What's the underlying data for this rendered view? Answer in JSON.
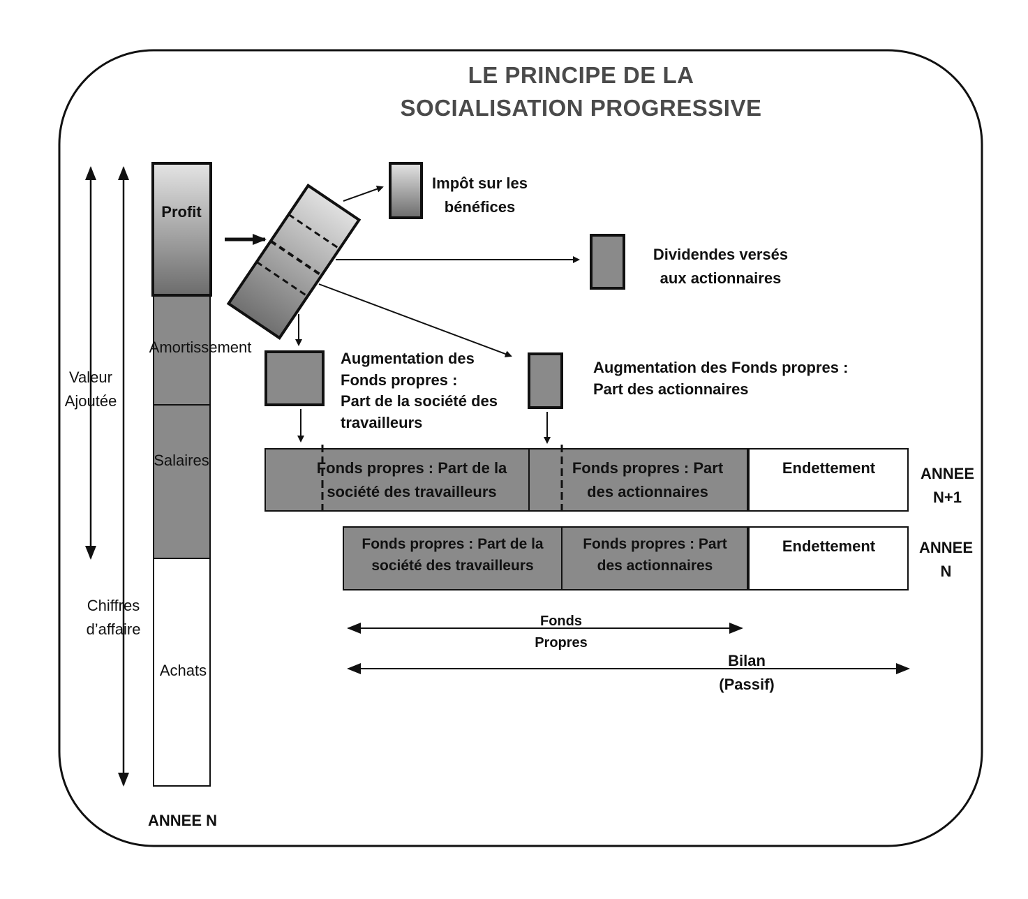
{
  "title": {
    "line1": "LE PRINCIPE DE LA",
    "line2": "SOCIALISATION PROGRESSIVE"
  },
  "revenue_bar": {
    "profit": "Profit",
    "amortissement": "Amortissement",
    "salaires": "Salaires",
    "achats": "Achats",
    "year": "ANNEE N"
  },
  "side_labels": {
    "valeur_ajoutee": "Valeur\nAjoutée",
    "chiffres_affaire": "Chiffres\nd’affaire"
  },
  "allocations": {
    "impot": "Impôt sur les\nbénéfices",
    "dividendes": "Dividendes versés\naux actionnaires",
    "aug_societe": "Augmentation des\nFonds propres :\nPart de la société des\ntravailleurs",
    "aug_actionnaires": "Augmentation des Fonds propres :\nPart des actionnaires"
  },
  "balance_n1": {
    "societe": "Fonds propres : Part de la\nsociété des travailleurs",
    "actionnaires": "Fonds propres : Part\ndes actionnaires",
    "endettement": "Endettement",
    "year": "ANNEE\nN+1"
  },
  "balance_n": {
    "societe": "Fonds propres : Part de la\nsociété des travailleurs",
    "actionnaires": "Fonds propres : Part\ndes actionnaires",
    "endettement": "Endettement",
    "year": "ANNEE\nN"
  },
  "measures": {
    "fonds_propres": "Fonds\nPropres",
    "bilan": "Bilan\n(Passif)"
  },
  "colors": {
    "gray_fill": "#8a8a8a",
    "gradient_top": "#e2e2e2",
    "gradient_bottom": "#6e6e6e",
    "stroke": "#111111"
  }
}
